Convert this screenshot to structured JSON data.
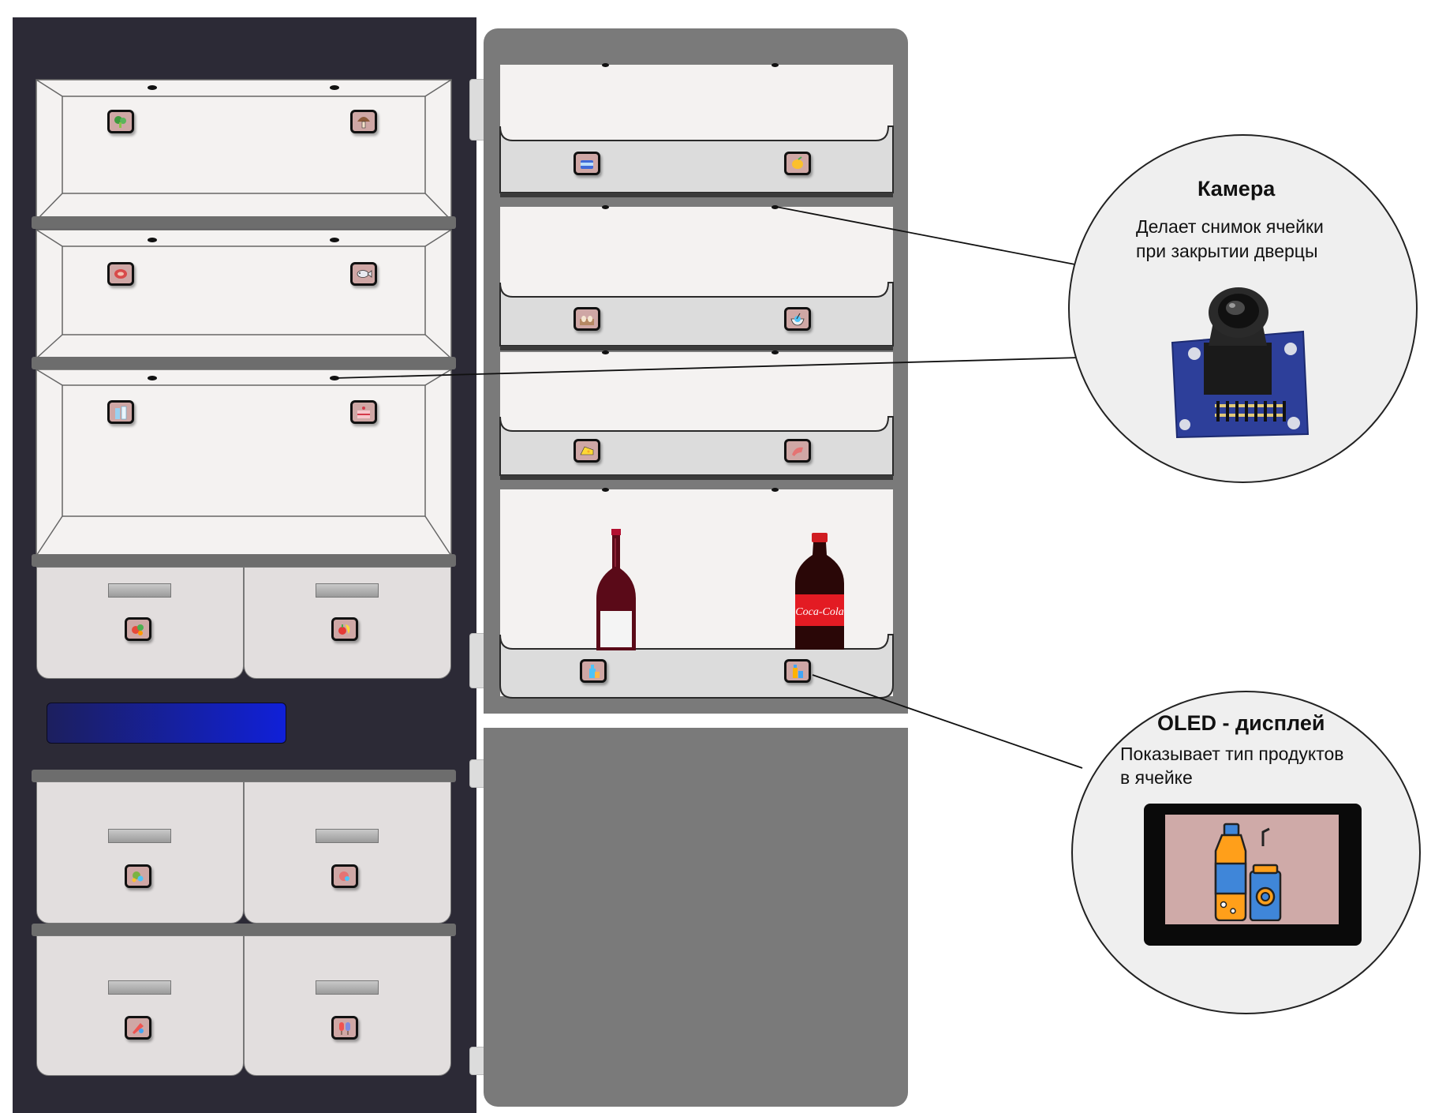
{
  "callouts": {
    "camera": {
      "title": "Камера",
      "desc_line1": "Делает снимок ячейки",
      "desc_line2": "при закрытии дверцы",
      "icon": "camera-module-icon"
    },
    "oled": {
      "title": "OLED - дисплей",
      "desc_line1": "Показывает тип продуктов",
      "desc_line2": "в ячейке",
      "icon": "drinks-display-icon"
    }
  },
  "products": {
    "coke_label": "Coca-Cola"
  },
  "colors": {
    "fridge_body": "#2c2a36",
    "door": "#7a7a7a",
    "tag_bg": "#cfa7a5",
    "display": "#1020d8"
  }
}
